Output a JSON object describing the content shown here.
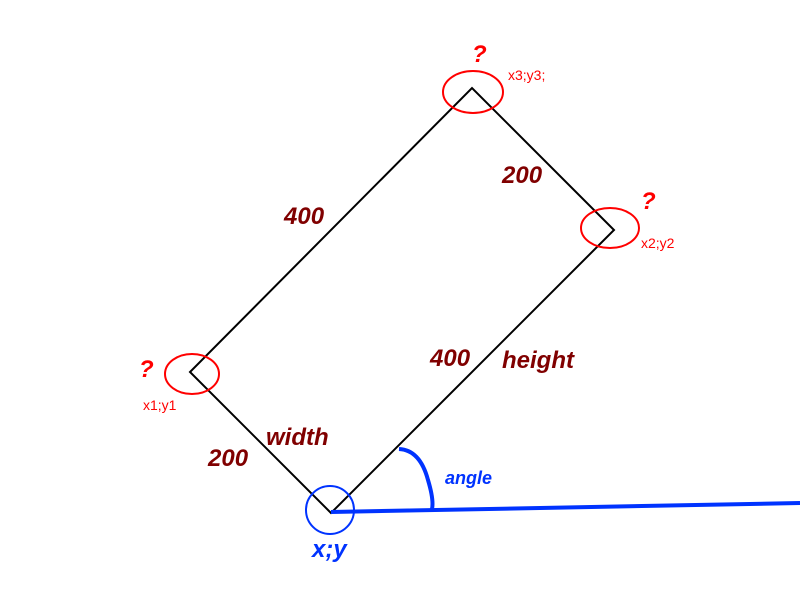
{
  "colors": {
    "rectangle": "#000000",
    "dimension_text": "#800000",
    "unknown_marker": "#ff0000",
    "origin_marker": "#0033ff"
  },
  "labels": {
    "top_side_length": "200",
    "left_side_length": "400",
    "right_side_length": "400",
    "bottom_side_length": "200",
    "height": "height",
    "width": "width",
    "angle": "angle",
    "origin": "x;y"
  },
  "corners": [
    {
      "question": "?",
      "coord": "x1;y1"
    },
    {
      "question": "?",
      "coord": "x2;y2"
    },
    {
      "question": "?",
      "coord": "x3;y3;"
    }
  ]
}
